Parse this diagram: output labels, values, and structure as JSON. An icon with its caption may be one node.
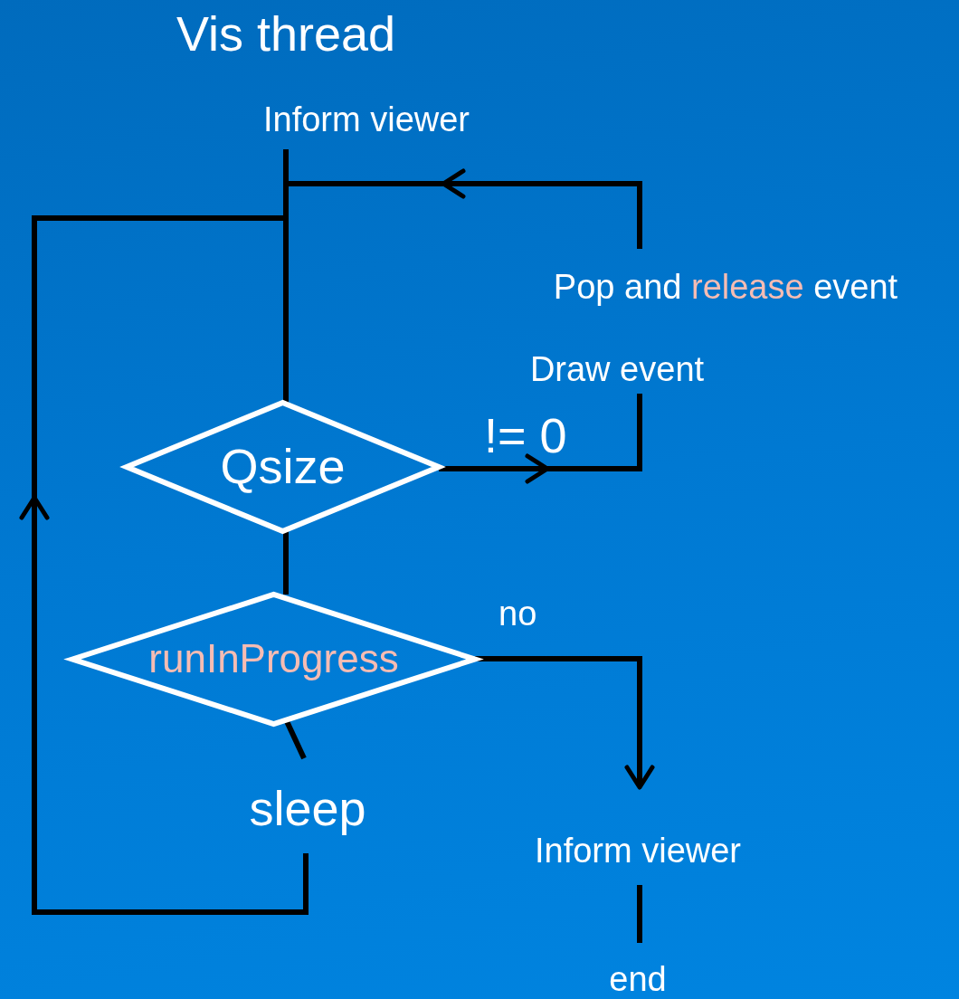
{
  "diagram": {
    "title": "Vis thread",
    "nodes": [
      {
        "text": [
          "Inform viewer"
        ]
      },
      {
        "text": [
          "Qsize"
        ]
      },
      {
        "text": [
          "Draw event"
        ]
      },
      {
        "text": [
          "Pop and **release** event"
        ]
      },
      {
        "text": [
          "runInProgress"
        ]
      },
      {
        "text": [
          "sleep"
        ]
      },
      {
        "text": [
          "Inform viewer"
        ]
      },
      {
        "text": [
          "end"
        ]
      }
    ],
    "edges": [
      {
        "from": 0,
        "to": 1,
        "arrow": "none"
      },
      {
        "from": 3,
        "to": 1,
        "arrow": "to"
      },
      {
        "from": 5,
        "to": 1,
        "arrow": "to"
      },
      {
        "from": 1,
        "to": 2,
        "arrow": "to",
        "label": "!= 0"
      },
      {
        "from": 1,
        "to": 4,
        "arrow": "none"
      },
      {
        "from": 4,
        "to": 5,
        "arrow": "none"
      },
      {
        "from": 4,
        "to": 6,
        "arrow": "to",
        "label": "no"
      },
      {
        "from": 6,
        "to": 7,
        "arrow": "none"
      }
    ]
  }
}
